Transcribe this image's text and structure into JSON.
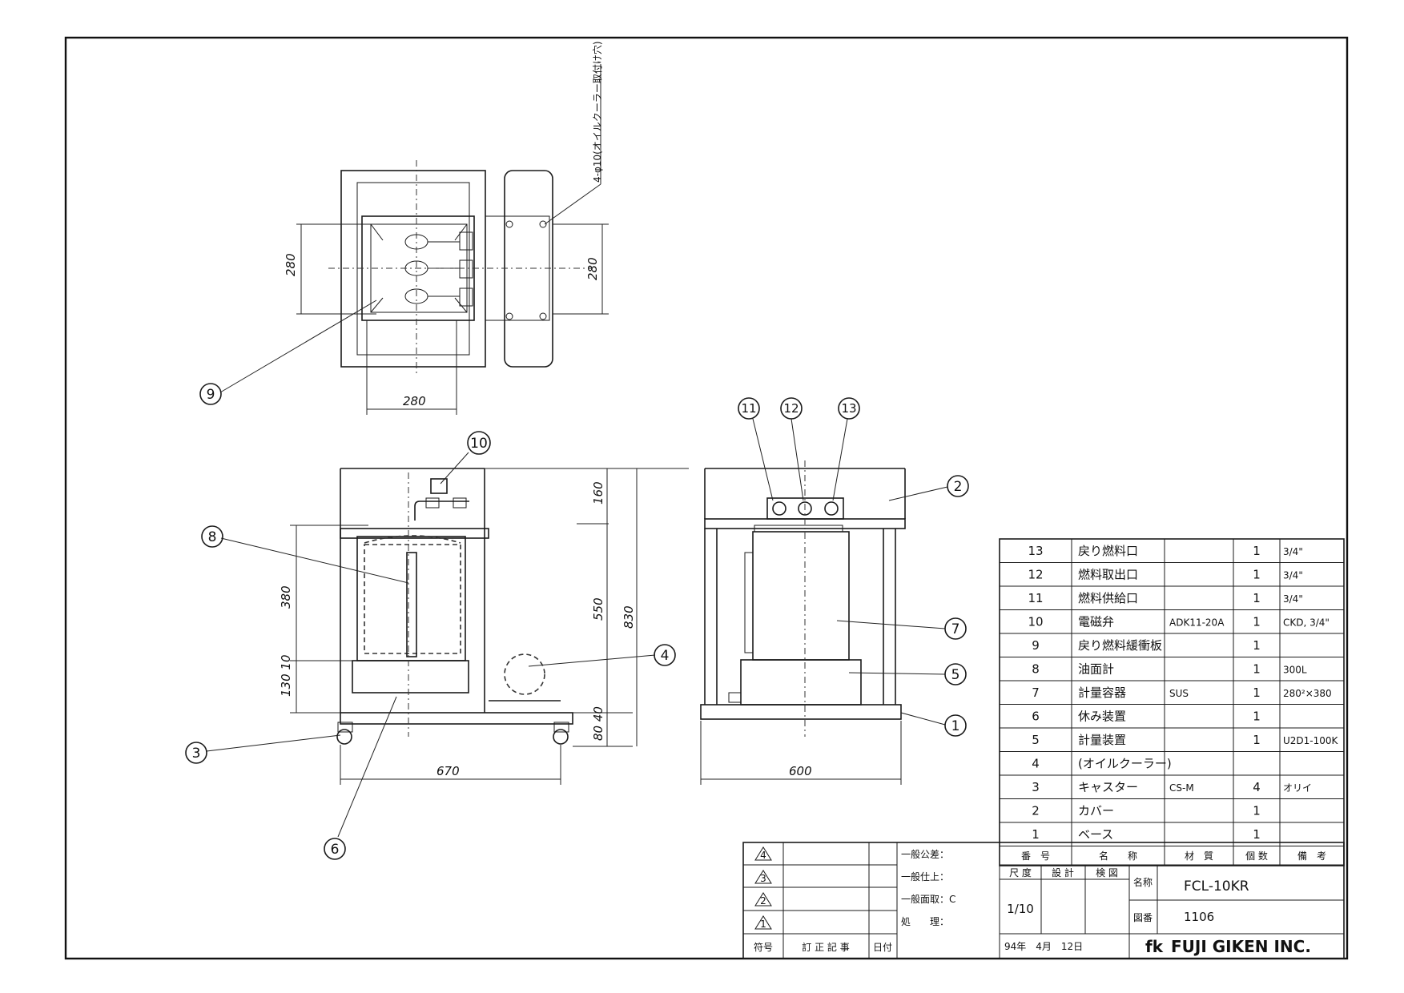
{
  "drawing": {
    "plan_view": {
      "dims": {
        "left": "280",
        "right": "280",
        "bottom": "280"
      },
      "note": "4-φ10(オイルクーラー取付け穴)"
    },
    "front_view": {
      "dims": {
        "d160": "160",
        "d550": "550",
        "d830": "830",
        "d380": "380",
        "d10": "10",
        "d130": "130",
        "d80": "80",
        "d40": "40",
        "width": "670"
      }
    },
    "side_view": {
      "dims": {
        "width": "600"
      }
    },
    "balloons": [
      "1",
      "2",
      "3",
      "4",
      "5",
      "6",
      "7",
      "8",
      "9",
      "10",
      "11",
      "12",
      "13"
    ]
  },
  "parts_list": {
    "headers": {
      "no": "番　号",
      "name": "名　　称",
      "material": "材　質",
      "qty": "個 数",
      "remarks": "備　考"
    },
    "rows": [
      {
        "no": "13",
        "name": "戻り燃料口",
        "material": "",
        "qty": "1",
        "remarks": "3/4\""
      },
      {
        "no": "12",
        "name": "燃料取出口",
        "material": "",
        "qty": "1",
        "remarks": "3/4\""
      },
      {
        "no": "11",
        "name": "燃料供給口",
        "material": "",
        "qty": "1",
        "remarks": "3/4\""
      },
      {
        "no": "10",
        "name": "電磁弁",
        "material": "ADK11-20A",
        "qty": "1",
        "remarks": "CKD, 3/4\""
      },
      {
        "no": "9",
        "name": "戻り燃料緩衝板",
        "material": "",
        "qty": "1",
        "remarks": ""
      },
      {
        "no": "8",
        "name": "油面計",
        "material": "",
        "qty": "1",
        "remarks": "300L"
      },
      {
        "no": "7",
        "name": "計量容器",
        "material": "SUS",
        "qty": "1",
        "remarks": "280²×380"
      },
      {
        "no": "6",
        "name": "休み装置",
        "material": "",
        "qty": "1",
        "remarks": ""
      },
      {
        "no": "5",
        "name": "計量装置",
        "material": "",
        "qty": "1",
        "remarks": "U2D1-100K"
      },
      {
        "no": "4",
        "name": "(オイルクーラー)",
        "material": "",
        "qty": "",
        "remarks": ""
      },
      {
        "no": "3",
        "name": "キャスター",
        "material": "CS-M",
        "qty": "4",
        "remarks": "オリイ"
      },
      {
        "no": "2",
        "name": "カバー",
        "material": "",
        "qty": "1",
        "remarks": ""
      },
      {
        "no": "1",
        "name": "ベース",
        "material": "",
        "qty": "1",
        "remarks": ""
      }
    ]
  },
  "title_block": {
    "revisions": [
      "4",
      "3",
      "2",
      "1"
    ],
    "revision_headers": {
      "symbol": "符号",
      "content": "訂 正 記 事",
      "date": "日付"
    },
    "tolerance": {
      "general": "一般公差：",
      "finish": "一般仕上：",
      "chamfer": "一般面取：C",
      "treatment": "処　　理："
    },
    "scale_label": "尺 度",
    "design_label": "設 計",
    "check_label": "検 図",
    "scale": "1/10",
    "name_label": "名称",
    "name": "FCL-10KR",
    "drawing_no_label": "図番",
    "drawing_no": "1106",
    "date": "94年　4月　12日",
    "company": "FUJI GIKEN INC.",
    "logo_text": "fk"
  }
}
